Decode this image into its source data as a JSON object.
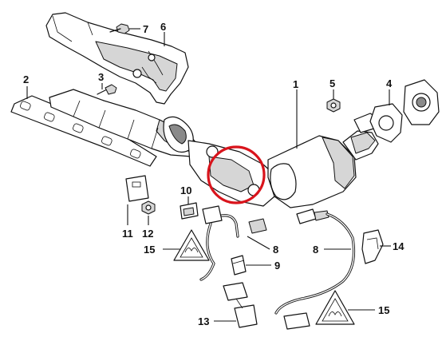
{
  "callouts": {
    "c1": "1",
    "c2": "2",
    "c3": "3",
    "c4": "4",
    "c5": "5",
    "c6": "6",
    "c7": "7",
    "c8a": "8",
    "c8b": "8",
    "c9": "9",
    "c10": "10",
    "c11": "11",
    "c12": "12",
    "c13": "13",
    "c14": "14",
    "c15a": "15",
    "c15b": "15"
  },
  "highlight_color": "#d9141c"
}
